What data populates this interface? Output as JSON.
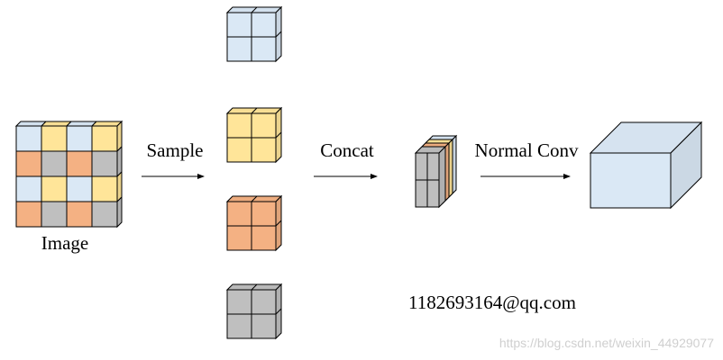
{
  "colors": {
    "blue": "#dae8f5",
    "yellow": "#ffe599",
    "orange": "#f4b183",
    "gray": "#bfbfbf",
    "stroke": "#000000"
  },
  "image": {
    "label": "Image",
    "grid": [
      [
        "blue",
        "yellow",
        "blue",
        "yellow"
      ],
      [
        "orange",
        "gray",
        "orange",
        "gray"
      ],
      [
        "blue",
        "yellow",
        "blue",
        "yellow"
      ],
      [
        "orange",
        "gray",
        "orange",
        "gray"
      ]
    ]
  },
  "steps": {
    "sample": "Sample",
    "concat": "Concat",
    "normal_conv": "Normal Conv"
  },
  "sampled_blocks": [
    "blue",
    "yellow",
    "orange",
    "gray"
  ],
  "concat_stack": [
    "gray",
    "orange",
    "yellow",
    "blue"
  ],
  "output_cube_color": "blue",
  "email": "1182693164@qq.com",
  "watermark": "https://blog.csdn.net/weixin_44929077"
}
